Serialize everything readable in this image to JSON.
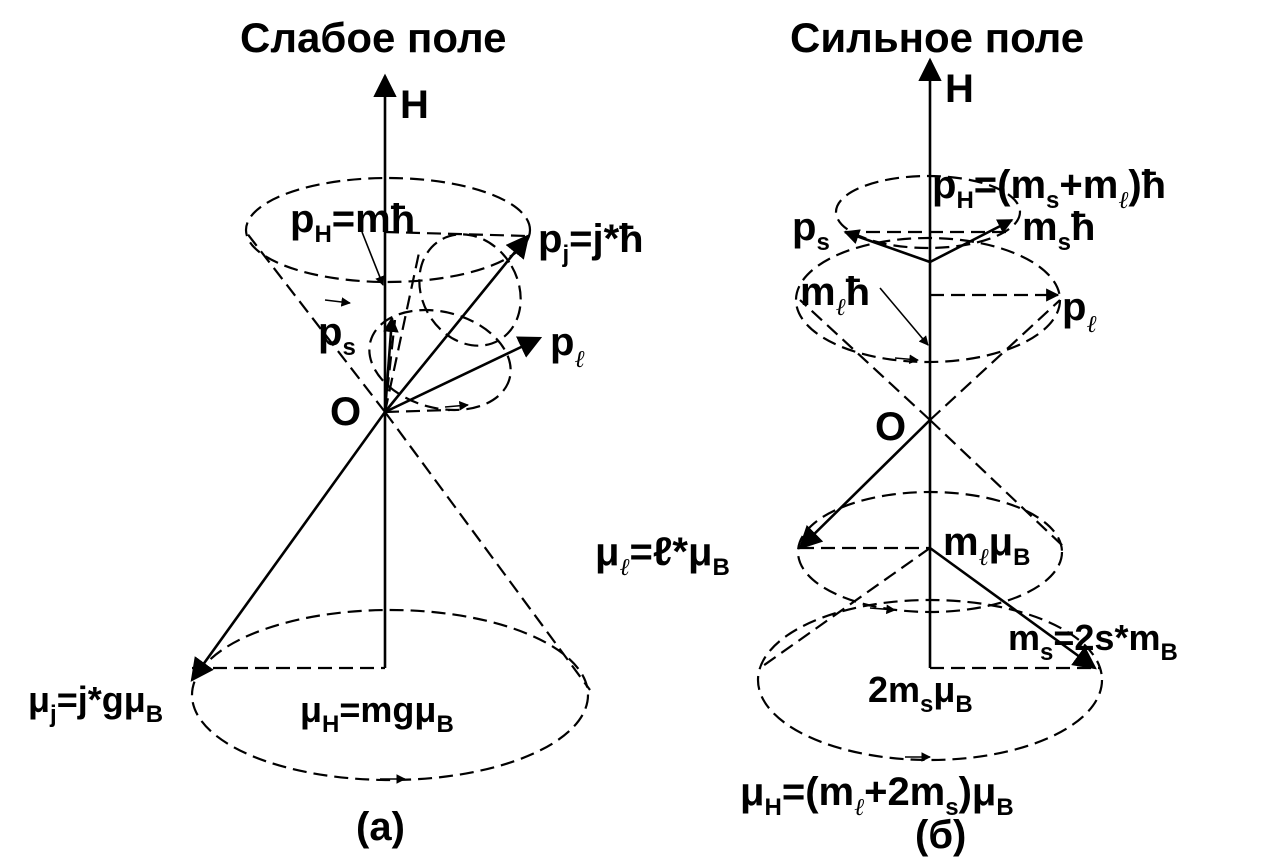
{
  "panel_a": {
    "title": "Слабое поле",
    "axis_label": "H",
    "pH": {
      "main": "p",
      "sub": "H",
      "rest": "=mħ"
    },
    "pj": {
      "main": "p",
      "sub": "j",
      "rest": "=j*ħ"
    },
    "ps": {
      "main": "p",
      "sub": "s"
    },
    "pl": {
      "main": "p",
      "sub": "ℓ"
    },
    "origin": "O",
    "muj": {
      "main": "μ",
      "sub": "j",
      "rest": "=j*gμ",
      "sub2": "B"
    },
    "muH": {
      "main": "μ",
      "sub": "H",
      "rest": "=mgμ",
      "sub2": "B"
    },
    "caption": "(а)"
  },
  "panel_b": {
    "title": "Сильное поле",
    "axis_label": "H",
    "pH": {
      "main": "p",
      "sub": "H",
      "rest": "=(m",
      "sub2": "s",
      "rest2": "+m",
      "sub3": "ℓ",
      "rest3": ")ħ"
    },
    "ps": {
      "main": "p",
      "sub": "s"
    },
    "msh": {
      "main": "m",
      "sub": "s",
      "rest": "ħ"
    },
    "mlh": {
      "main": "m",
      "sub": "ℓ",
      "rest": "ħ"
    },
    "pl": {
      "main": "p",
      "sub": "ℓ"
    },
    "origin": "O",
    "mul": {
      "main": "μ",
      "sub": "ℓ",
      "rest": "=ℓ*μ",
      "sub2": "B"
    },
    "mlmu": {
      "main": "m",
      "sub": "ℓ",
      "rest": "μ",
      "sub2": "B"
    },
    "ms2s": {
      "main": "m",
      "sub": "s",
      "rest": "=2s*m",
      "sub2": "B"
    },
    "two_ms": {
      "main": "2m",
      "sub": "s",
      "rest": "μ",
      "sub2": "B"
    },
    "muH": {
      "main": "μ",
      "sub": "H",
      "rest": "=(m",
      "sub2": "ℓ",
      "rest2": "+2m",
      "sub3": "s",
      "rest3": ")μ",
      "sub4": "B"
    },
    "caption": "(б)"
  }
}
